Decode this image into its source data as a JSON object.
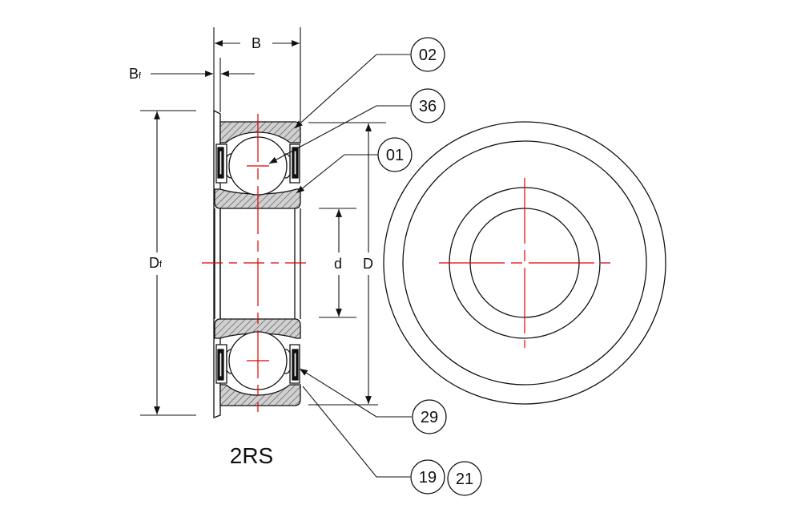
{
  "drawing": {
    "title": "2RS",
    "dimensions": {
      "B": "B",
      "Bf_main": "B",
      "Bf_sub": "f",
      "Df_main": "D",
      "Df_sub": "f",
      "D": "D",
      "d": "d"
    },
    "callouts": {
      "c02": "02",
      "c36": "36",
      "c01": "01",
      "c29": "29",
      "c19": "19",
      "c21": "21"
    },
    "colors": {
      "line": "#111111",
      "centerline": "#e00000",
      "hatch_fill": "#bdbdbd",
      "ring_fill": "#e2e2e2"
    }
  }
}
